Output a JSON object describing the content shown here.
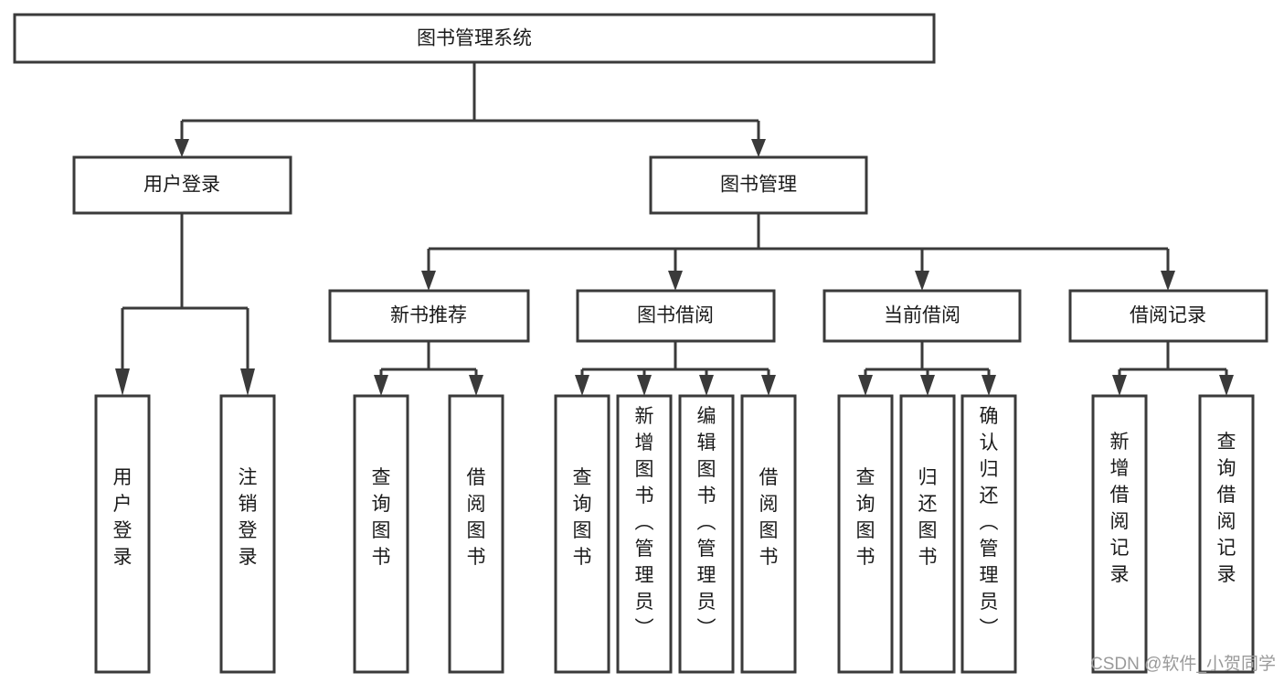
{
  "diagram": {
    "type": "tree",
    "title": "图书管理系统",
    "orientation": "top-down",
    "colors": {
      "stroke": "#3a3a3a",
      "node_fill": "#ffffff",
      "text": "#1a1a1a",
      "background": "#ffffff",
      "watermark": "#9a9a9a"
    },
    "nodes": {
      "root": {
        "label": "图书管理系统",
        "level": 1,
        "orientation": "horizontal"
      },
      "user_login": {
        "label": "用户登录",
        "level": 2,
        "orientation": "horizontal"
      },
      "book_manage": {
        "label": "图书管理",
        "level": 2,
        "orientation": "horizontal"
      },
      "new_book_rec": {
        "label": "新书推荐",
        "level": 3,
        "orientation": "horizontal"
      },
      "book_borrow": {
        "label": "图书借阅",
        "level": 3,
        "orientation": "horizontal"
      },
      "current_borrow": {
        "label": "当前借阅",
        "level": 3,
        "orientation": "horizontal"
      },
      "borrow_record": {
        "label": "借阅记录",
        "level": 3,
        "orientation": "horizontal"
      },
      "leaf_user_login": {
        "label": "用户登录",
        "level": 4,
        "orientation": "vertical"
      },
      "leaf_logout": {
        "label": "注销登录",
        "level": 4,
        "orientation": "vertical"
      },
      "leaf_query_book_1": {
        "label": "查询图书",
        "level": 4,
        "orientation": "vertical"
      },
      "leaf_borrow_book_1": {
        "label": "借阅图书",
        "level": 4,
        "orientation": "vertical"
      },
      "leaf_query_book_2": {
        "label": "查询图书",
        "level": 4,
        "orientation": "vertical"
      },
      "leaf_add_book": {
        "label": "新增图书（管理员）",
        "level": 4,
        "orientation": "vertical"
      },
      "leaf_edit_book": {
        "label": "编辑图书（管理员）",
        "level": 4,
        "orientation": "vertical"
      },
      "leaf_borrow_book_2": {
        "label": "借阅图书",
        "level": 4,
        "orientation": "vertical"
      },
      "leaf_query_book_3": {
        "label": "查询图书",
        "level": 4,
        "orientation": "vertical"
      },
      "leaf_return_book": {
        "label": "归还图书",
        "level": 4,
        "orientation": "vertical"
      },
      "leaf_confirm_return": {
        "label": "确认归还（管理员）",
        "level": 4,
        "orientation": "vertical"
      },
      "leaf_add_record": {
        "label": "新增借阅记录",
        "level": 4,
        "orientation": "vertical"
      },
      "leaf_query_record": {
        "label": "查询借阅记录",
        "level": 4,
        "orientation": "vertical"
      }
    },
    "edges": [
      {
        "from": "root",
        "to": "user_login"
      },
      {
        "from": "root",
        "to": "book_manage"
      },
      {
        "from": "user_login",
        "to": "leaf_user_login"
      },
      {
        "from": "user_login",
        "to": "leaf_logout"
      },
      {
        "from": "book_manage",
        "to": "new_book_rec"
      },
      {
        "from": "book_manage",
        "to": "book_borrow"
      },
      {
        "from": "book_manage",
        "to": "current_borrow"
      },
      {
        "from": "book_manage",
        "to": "borrow_record"
      },
      {
        "from": "new_book_rec",
        "to": "leaf_query_book_1"
      },
      {
        "from": "new_book_rec",
        "to": "leaf_borrow_book_1"
      },
      {
        "from": "book_borrow",
        "to": "leaf_query_book_2"
      },
      {
        "from": "book_borrow",
        "to": "leaf_add_book"
      },
      {
        "from": "book_borrow",
        "to": "leaf_edit_book"
      },
      {
        "from": "book_borrow",
        "to": "leaf_borrow_book_2"
      },
      {
        "from": "current_borrow",
        "to": "leaf_query_book_3"
      },
      {
        "from": "current_borrow",
        "to": "leaf_return_book"
      },
      {
        "from": "current_borrow",
        "to": "leaf_confirm_return"
      },
      {
        "from": "borrow_record",
        "to": "leaf_add_record"
      },
      {
        "from": "borrow_record",
        "to": "leaf_query_record"
      }
    ]
  },
  "watermark": {
    "text": "CSDN @软件_小贺同学"
  }
}
